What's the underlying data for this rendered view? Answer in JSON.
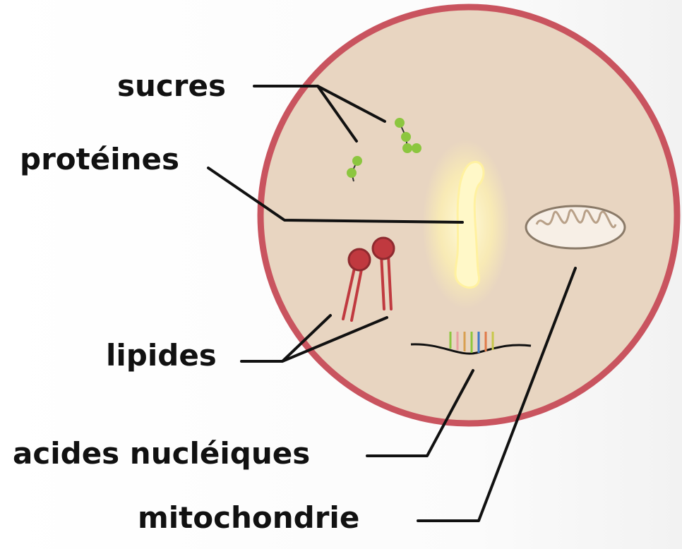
{
  "labels": {
    "sugars": "sucres",
    "proteins": "protéines",
    "lipids": "lipides",
    "nucleic_acids": "acides nucléiques",
    "mitochondria": "mitochondrie"
  },
  "colors": {
    "cell_fill": "#e8d5c1",
    "cell_membrane": "#c9545f",
    "sugar_green": "#8cc63f",
    "protein_glow": "#fff7c2",
    "lipid_red": "#c0393f",
    "mitochondria_fill": "#f7efe6",
    "leader_line": "#111111"
  }
}
